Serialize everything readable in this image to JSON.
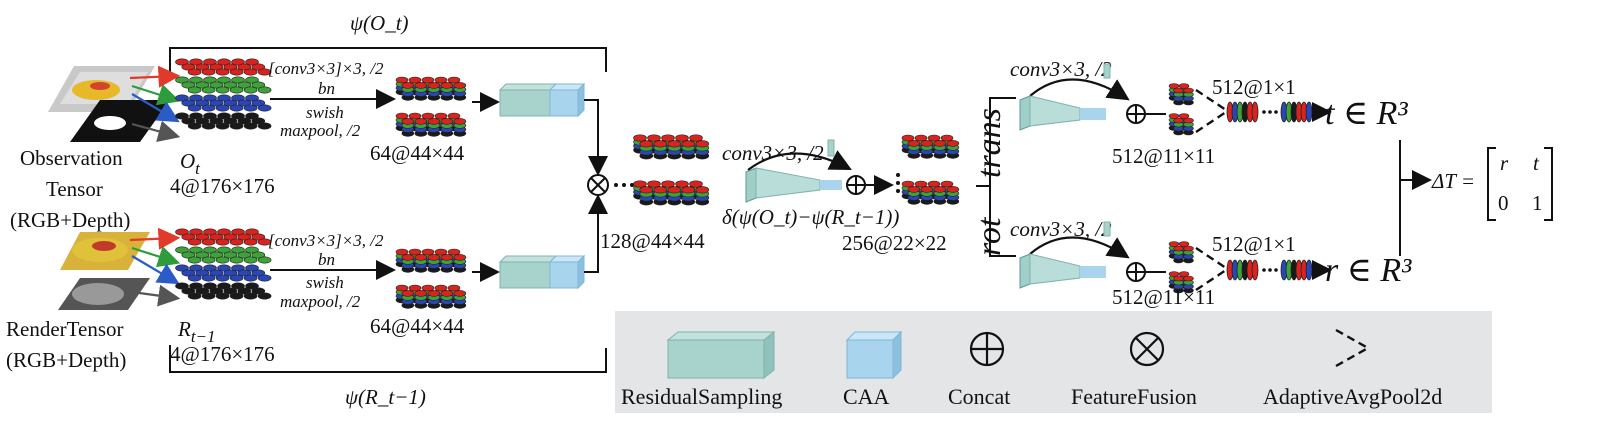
{
  "top_branch_label": "ψ(O_t)",
  "bottom_branch_label": "ψ(R_t−1)",
  "inputs": {
    "observation": {
      "line1": "Observation",
      "line2": "Tensor",
      "line3": "(RGB+Depth)",
      "symbol": "O",
      "subscript": "t",
      "shape": "4@176×176"
    },
    "render": {
      "line1": "RenderTensor",
      "line2": "(RGB+Depth)",
      "symbol": "R",
      "subscript": "t−1",
      "shape": "4@176×176"
    }
  },
  "encoder_ops": {
    "conv": "[conv3×3]×3, /2",
    "bn": "bn",
    "swish": "swish",
    "maxpool": "maxpool, /2"
  },
  "encoder_output_shape": "64@44×44",
  "fused_shape": "128@44×44",
  "fusion_conv": "conv3×3, /2",
  "delta_label": "δ(ψ(O_t)−ψ(R_t−1))",
  "shape_256": "256@22×22",
  "rot_label": "rot",
  "trans_label": "trans",
  "head_conv": "conv3×3, /2",
  "head_shape": "512@11×11",
  "pool_shape": "512@1×1",
  "t_output": "t ∈ R³",
  "r_output": "r ∈ R³",
  "transform": {
    "lhs": "ΔT =",
    "r": "r",
    "t": "t",
    "zero": "0",
    "one": "1"
  },
  "legend": {
    "residual": "ResidualSampling",
    "caa": "CAA",
    "concat": "Concat",
    "fusion": "FeatureFusion",
    "pool": "AdaptiveAvgPool2d"
  },
  "colors": {
    "red": "#d8231e",
    "green": "#3da23a",
    "blue": "#2a46b4",
    "black": "#1a1a1a",
    "residual_fill": "#a8d2cc",
    "caa_fill": "#a9d4ee",
    "legend_bg": "#e3e5e6",
    "arrow_red": "#e23a2a",
    "arrow_green": "#2d9c3a",
    "arrow_blue": "#2a5cc8",
    "arrow_gray": "#555555"
  }
}
